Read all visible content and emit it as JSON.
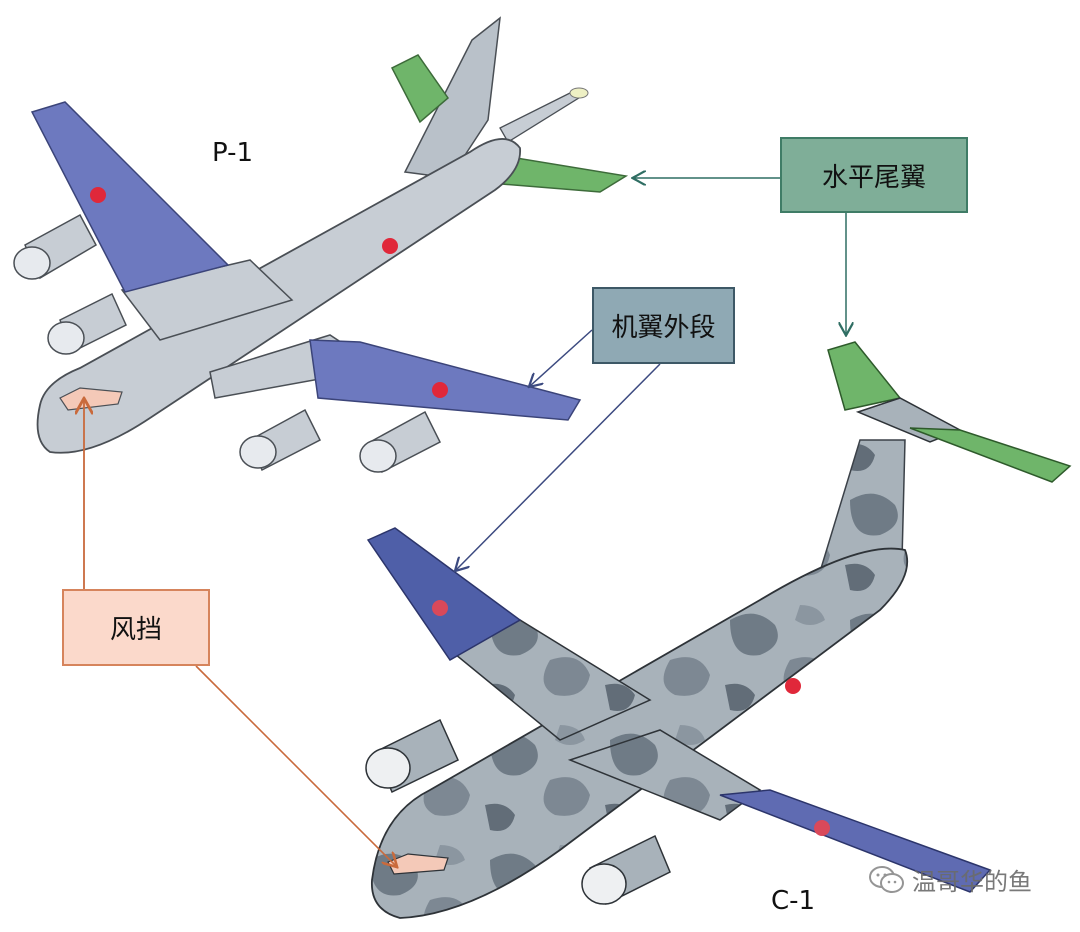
{
  "aircraft": {
    "top": {
      "name": "P-1"
    },
    "bottom": {
      "name": "C-1"
    }
  },
  "callouts": {
    "horizontal_tail": {
      "label": "水平尾翼",
      "color": "#7fae98",
      "border": "#3f7c66"
    },
    "outer_wing": {
      "label": "机翼外段",
      "color": "#8fa9b4",
      "border": "#3d5866"
    },
    "windshield": {
      "label": "风挡",
      "color": "#fbd9cb",
      "border": "#d6845c"
    }
  },
  "watermark": {
    "icon": "wechat-icon",
    "text": "温哥华的鱼"
  },
  "colors": {
    "p1_body": "#c7cdd4",
    "c1_camo_light": "#a8b2ba",
    "c1_camo_dark": "#6f7b86",
    "wing_blue": "#6d79bf",
    "tail_green": "#6fb56a",
    "roundel": "#e0283a"
  }
}
